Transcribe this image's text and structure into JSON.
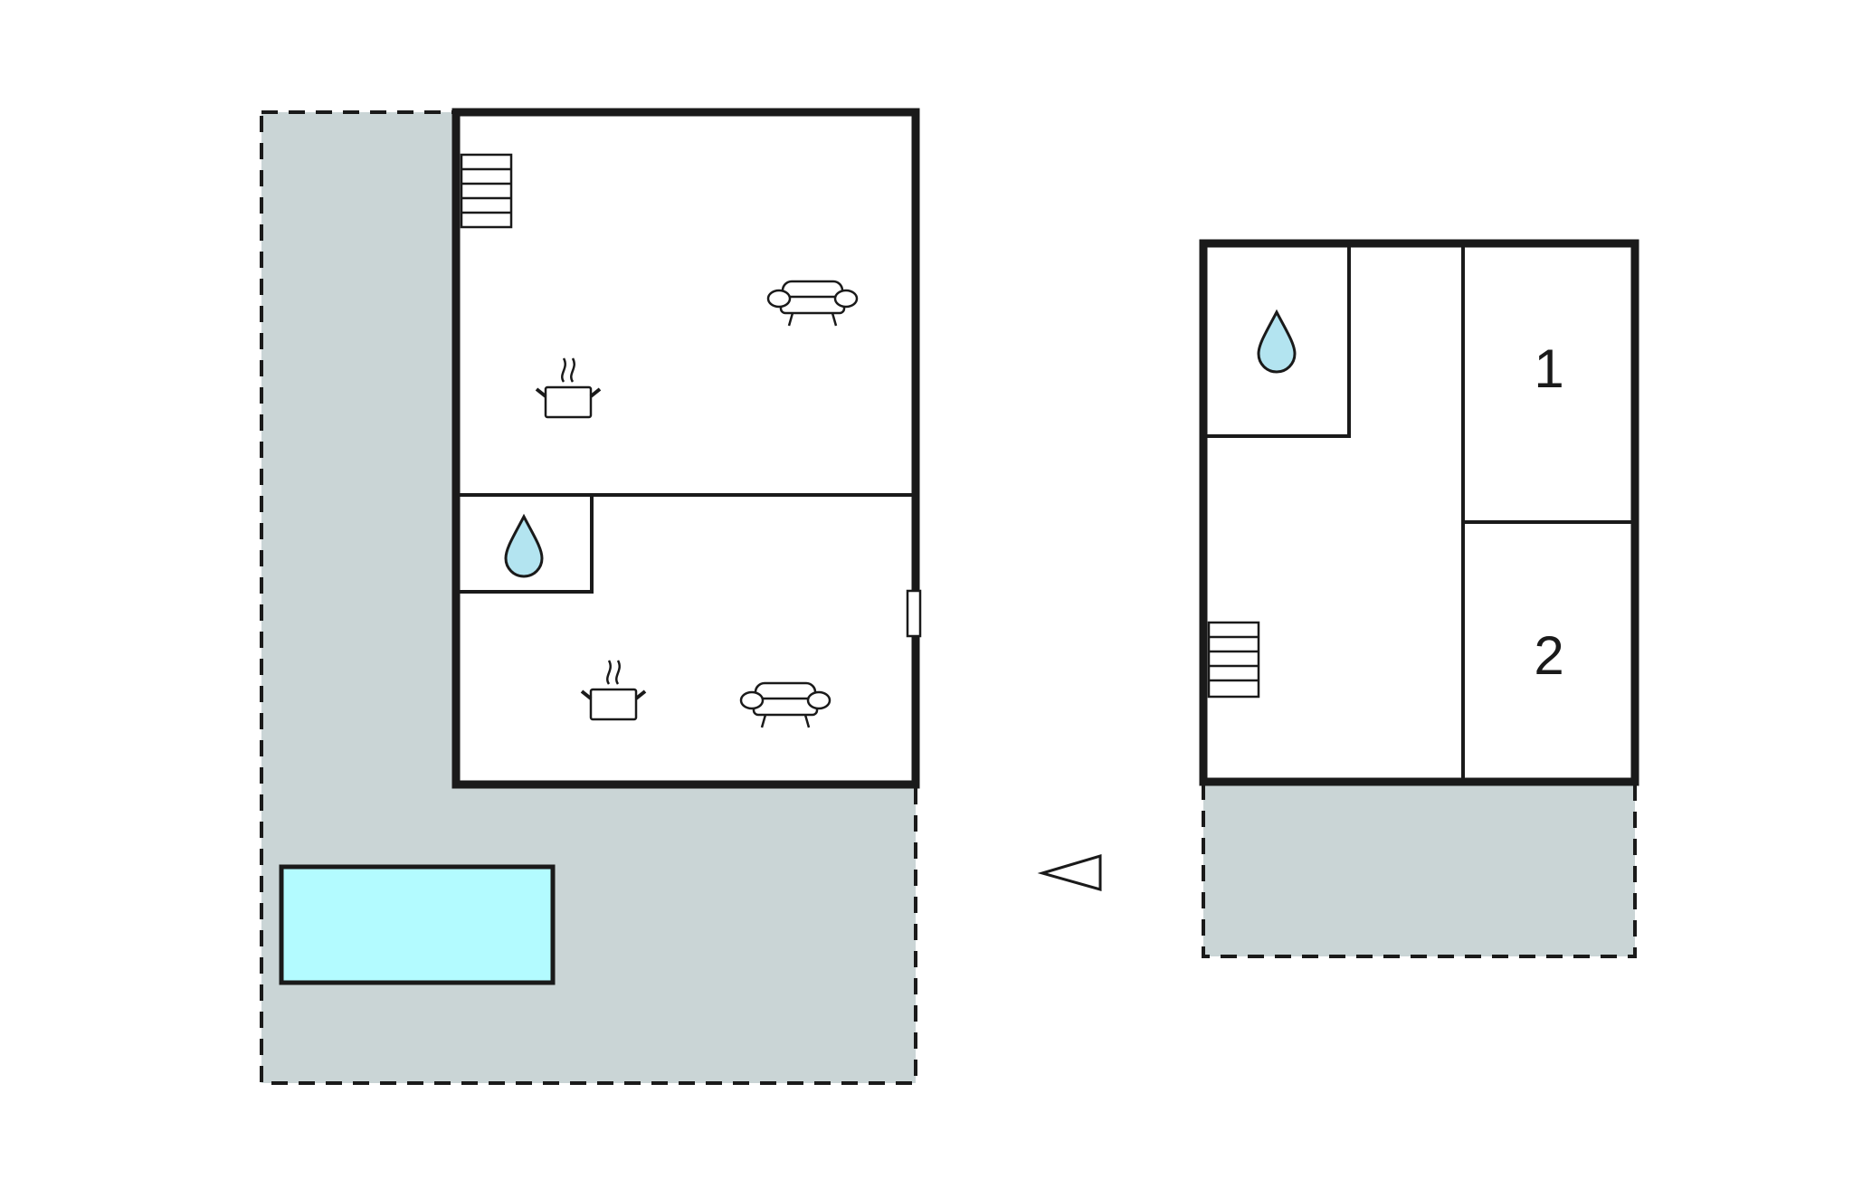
{
  "colors": {
    "terrace": "#cad5d6",
    "water": "#b3e4f0",
    "pool": "#b3fbff",
    "wall": "#1a1a1a"
  },
  "ground_floor": {
    "icons": [
      "stairs-icon",
      "sofa-icon",
      "cooking-pot-icon",
      "water-drop-icon",
      "door-icon",
      "cooking-pot-icon",
      "sofa-icon"
    ],
    "features": [
      "terrace",
      "pool"
    ]
  },
  "upper_floor": {
    "icons": [
      "water-drop-icon",
      "stairs-icon"
    ],
    "rooms": [
      {
        "number": "1"
      },
      {
        "number": "2"
      }
    ],
    "features": [
      "terrace"
    ]
  },
  "orientation": {
    "icon": "direction-arrow-icon"
  }
}
